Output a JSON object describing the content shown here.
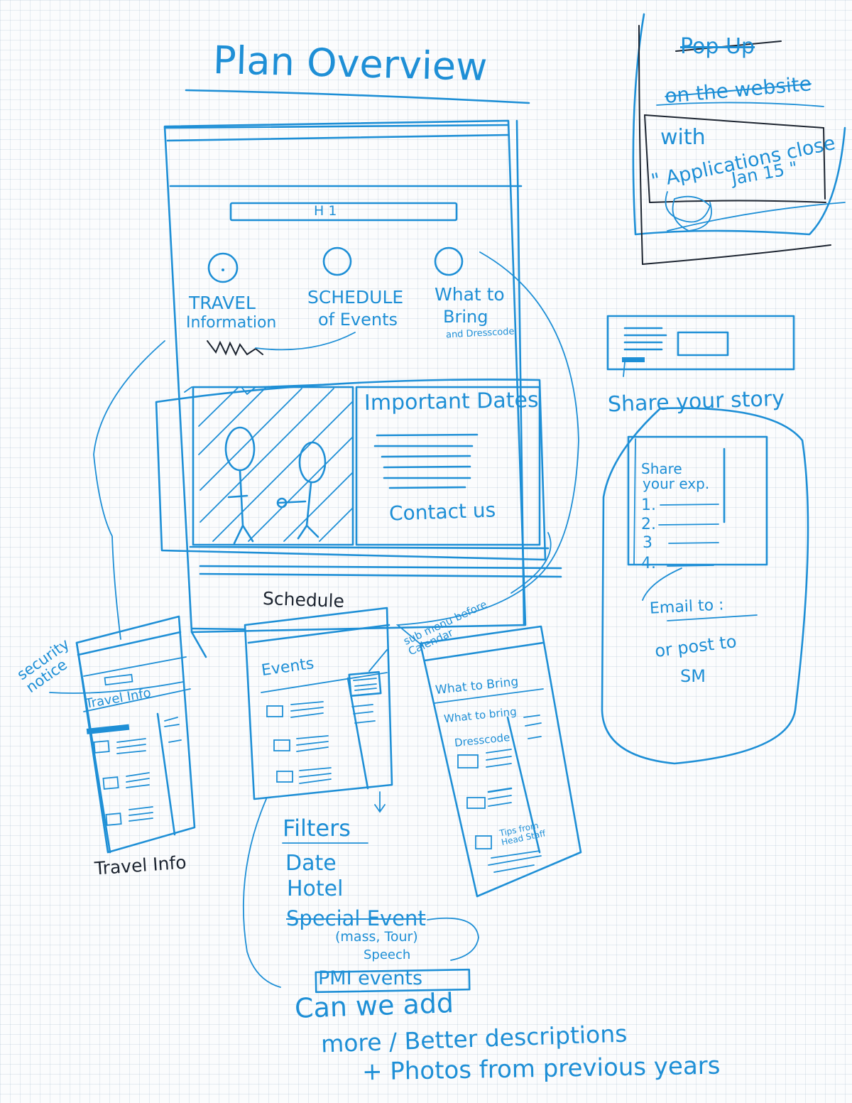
{
  "title": "Plan Overview",
  "main_wireframe": {
    "h1": "H 1",
    "nav_items": [
      {
        "line1": "TRAVEL",
        "line2": "Information"
      },
      {
        "line1": "SCHEDULE",
        "line2": "of Events"
      },
      {
        "line1": "What to",
        "line2": "Bring",
        "line3": "and Dresscode"
      }
    ],
    "important_dates": "Important Dates",
    "contact_us": "Contact us"
  },
  "popup": {
    "title": "Pop Up",
    "on_the_website": "on the website",
    "with": "with",
    "applications_close": "\" Applications close",
    "date": "Jan 15 \""
  },
  "share_story": {
    "label": "Share your story",
    "form_title_line1": "Share",
    "form_title_line2": "your exp.",
    "items": [
      "1.",
      "2.",
      "3",
      "4."
    ],
    "email_to": "Email to :",
    "or_post_to": "or post to",
    "sm": "SM"
  },
  "travel_info": {
    "side_note": "security notice",
    "header": "Travel Info",
    "caption": "Travel Info"
  },
  "schedule": {
    "caption": "Schedule",
    "header": "Events",
    "note": "sub menu before Calendar"
  },
  "what_to_bring": {
    "header": "What to Bring",
    "sub1": "What to bring",
    "sub2": "Dresscode",
    "tips": "Tips from Head Staff"
  },
  "filters": {
    "title": "Filters",
    "items": [
      "Date",
      "Hotel",
      "Special Event",
      "(mass, Tour)",
      "Speech",
      "PMI events"
    ],
    "note_line1": "Can we add",
    "note_line2": "more / Better descriptions",
    "note_line3": "+ Photos from previous years"
  }
}
